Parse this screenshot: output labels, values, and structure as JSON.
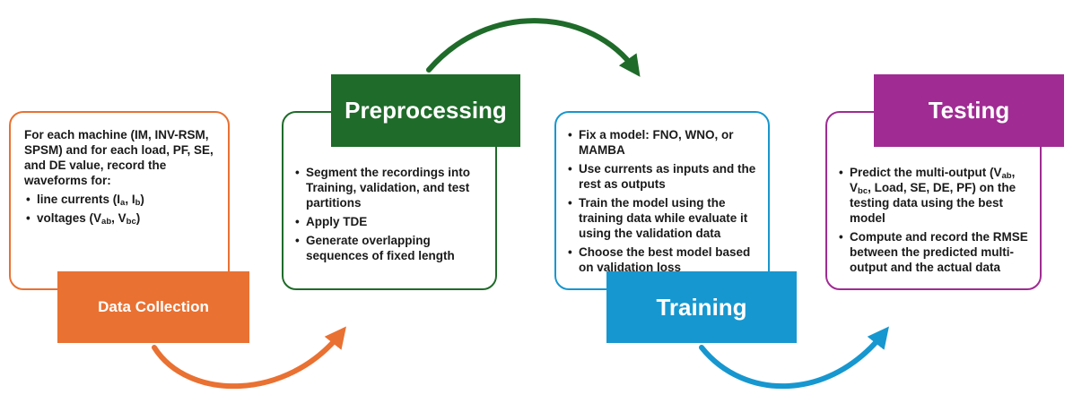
{
  "colors": {
    "data_collection": "#e97132",
    "preprocessing": "#1f6b2a",
    "training": "#1797cf",
    "testing": "#a02b93"
  },
  "data_collection": {
    "title": "Data Collection",
    "intro": "For each machine (IM, INV-RSM, SPSM) and for each load, PF, SE, and DE value, record the waveforms for:",
    "bullets": {
      "line_currents": {
        "text": "line currents (I",
        "sub_a": "a",
        "sep": ", I",
        "sub_b": "b",
        "end": ")"
      },
      "voltages": {
        "text": "voltages (V",
        "sub_ab": "ab",
        "sep": ", V",
        "sub_bc": "bc",
        "end": ")"
      }
    }
  },
  "preprocessing": {
    "title": "Preprocessing",
    "bullets": [
      "Segment the recordings into Training, validation, and test partitions",
      "Apply TDE",
      "Generate overlapping sequences of fixed length"
    ]
  },
  "training": {
    "title": "Training",
    "bullets": [
      "Fix a model: FNO, WNO, or MAMBA",
      "Use currents as inputs and the rest as outputs",
      "Train the model using the training data while evaluate it using the validation data",
      "Choose the best model based on validation loss"
    ]
  },
  "testing": {
    "title": "Testing",
    "bullet1": {
      "pre": "Predict the multi-output (V",
      "sub_ab": "ab",
      "mid": ", V",
      "sub_bc": "bc",
      "post": ", Load, SE, DE, PF) on the testing data using the best model"
    },
    "bullet2": "Compute and record the RMSE between the predicted multi-output and the actual data"
  },
  "arrows": [
    "arrow-1",
    "arrow-2",
    "arrow-3",
    "arrow-4"
  ]
}
